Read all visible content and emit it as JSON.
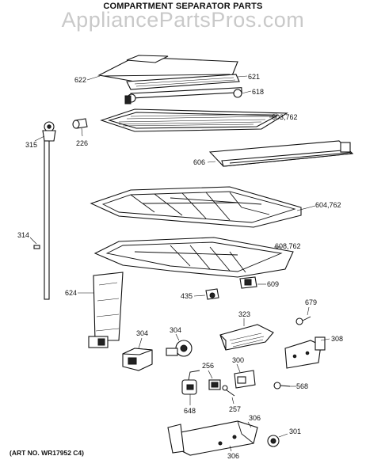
{
  "title": "COMPARTMENT SEPARATOR PARTS",
  "watermark": "AppliancePartsPros.com",
  "art_number": "(ART NO. WR17952 C4)",
  "callouts": {
    "p622": "622",
    "p621": "621",
    "p618": "618",
    "p603": "603,762",
    "p315": "315",
    "p226": "226",
    "p606": "606",
    "p604": "604,762",
    "p314": "314",
    "p608": "608,762",
    "p624": "624",
    "p435": "435",
    "p609": "609",
    "p679": "679",
    "p323": "323",
    "p304a": "304",
    "p304b": "304",
    "p308": "308",
    "p256": "256",
    "p300": "300",
    "p568": "568",
    "p257": "257",
    "p648": "648",
    "p306a": "306",
    "p301": "301",
    "p306b": "306"
  }
}
